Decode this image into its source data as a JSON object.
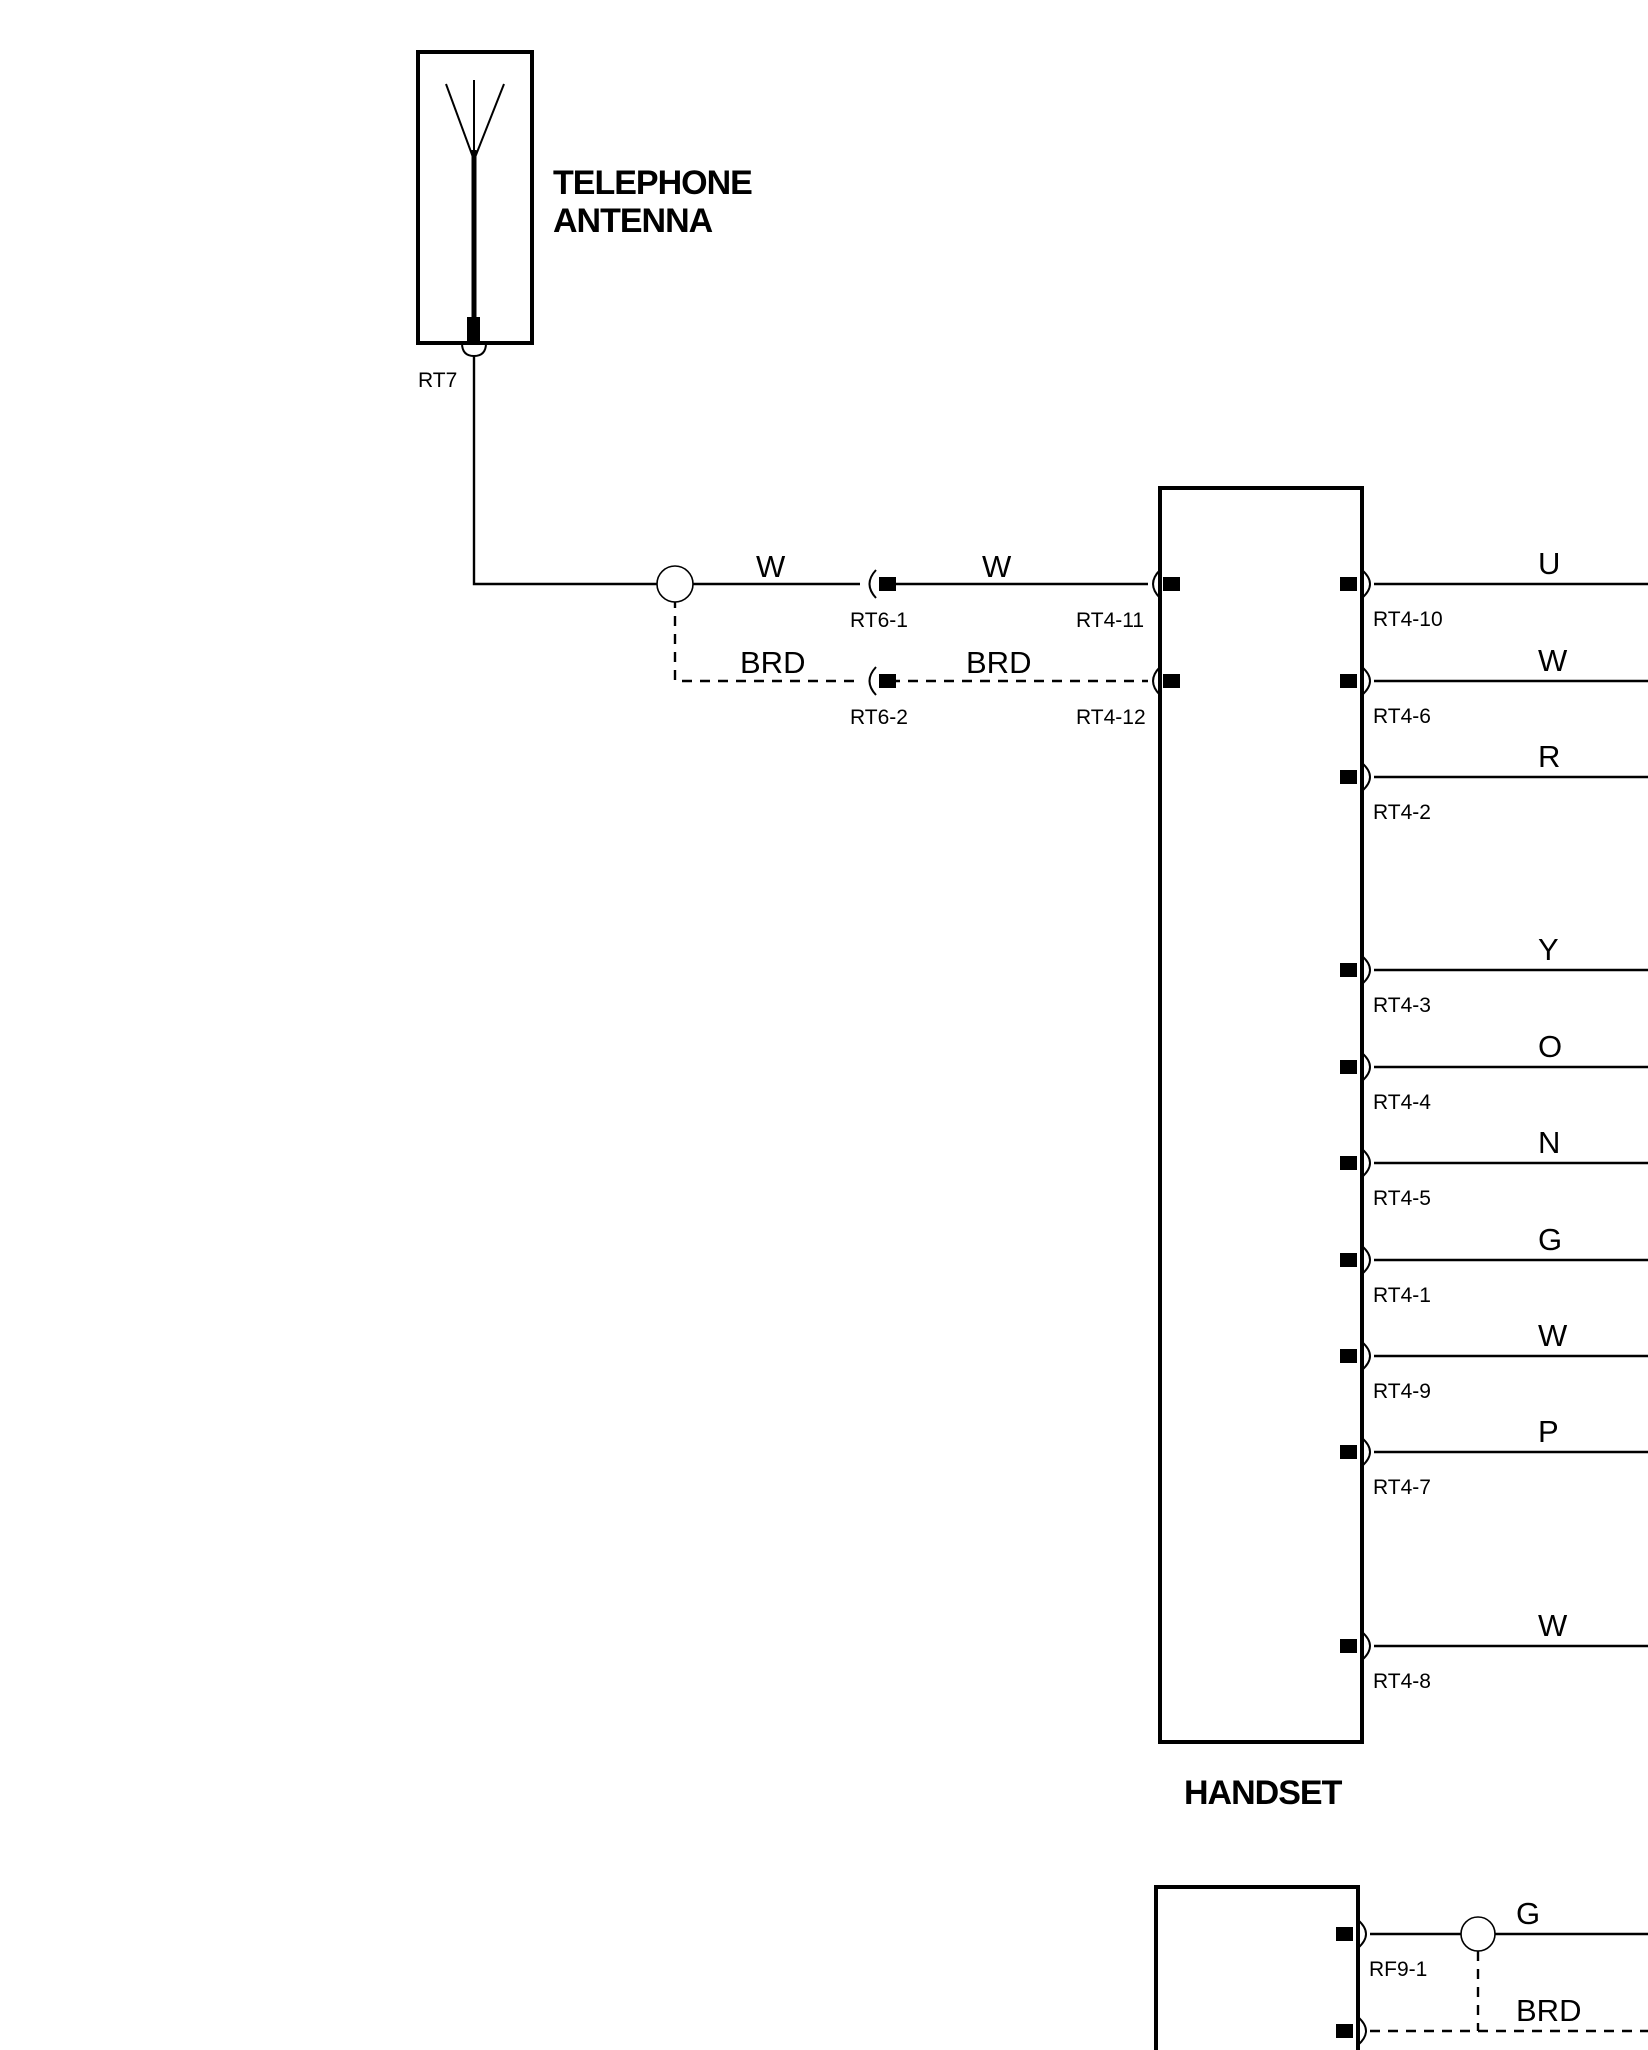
{
  "components": {
    "antenna": {
      "title_line1": "TELEPHONE",
      "title_line2": "ANTENNA",
      "connector": "RT7"
    },
    "handset": {
      "title": "HANDSET"
    }
  },
  "antenna_link": [
    {
      "id": "coax-center",
      "left_color": "W",
      "right_color": "W",
      "inline_connector": "RT6-1",
      "handset_pin": "RT4-11",
      "shielded": false
    },
    {
      "id": "coax-shield",
      "left_color": "BRD",
      "right_color": "BRD",
      "inline_connector": "RT6-2",
      "handset_pin": "RT4-12",
      "shielded": true
    }
  ],
  "handset_pins": [
    {
      "pin": "RT4-10",
      "color": "U"
    },
    {
      "pin": "RT4-6",
      "color": "W"
    },
    {
      "pin": "RT4-2",
      "color": "R"
    },
    {
      "pin": "RT4-3",
      "color": "Y"
    },
    {
      "pin": "RT4-4",
      "color": "O"
    },
    {
      "pin": "RT4-5",
      "color": "N"
    },
    {
      "pin": "RT4-1",
      "color": "G"
    },
    {
      "pin": "RT4-9",
      "color": "W"
    },
    {
      "pin": "RT4-7",
      "color": "P"
    },
    {
      "pin": "RT4-8",
      "color": "W"
    }
  ],
  "lower_unit": {
    "pins": [
      {
        "pin": "RF9-1",
        "color": "G"
      },
      {
        "color": "BRD"
      }
    ]
  }
}
